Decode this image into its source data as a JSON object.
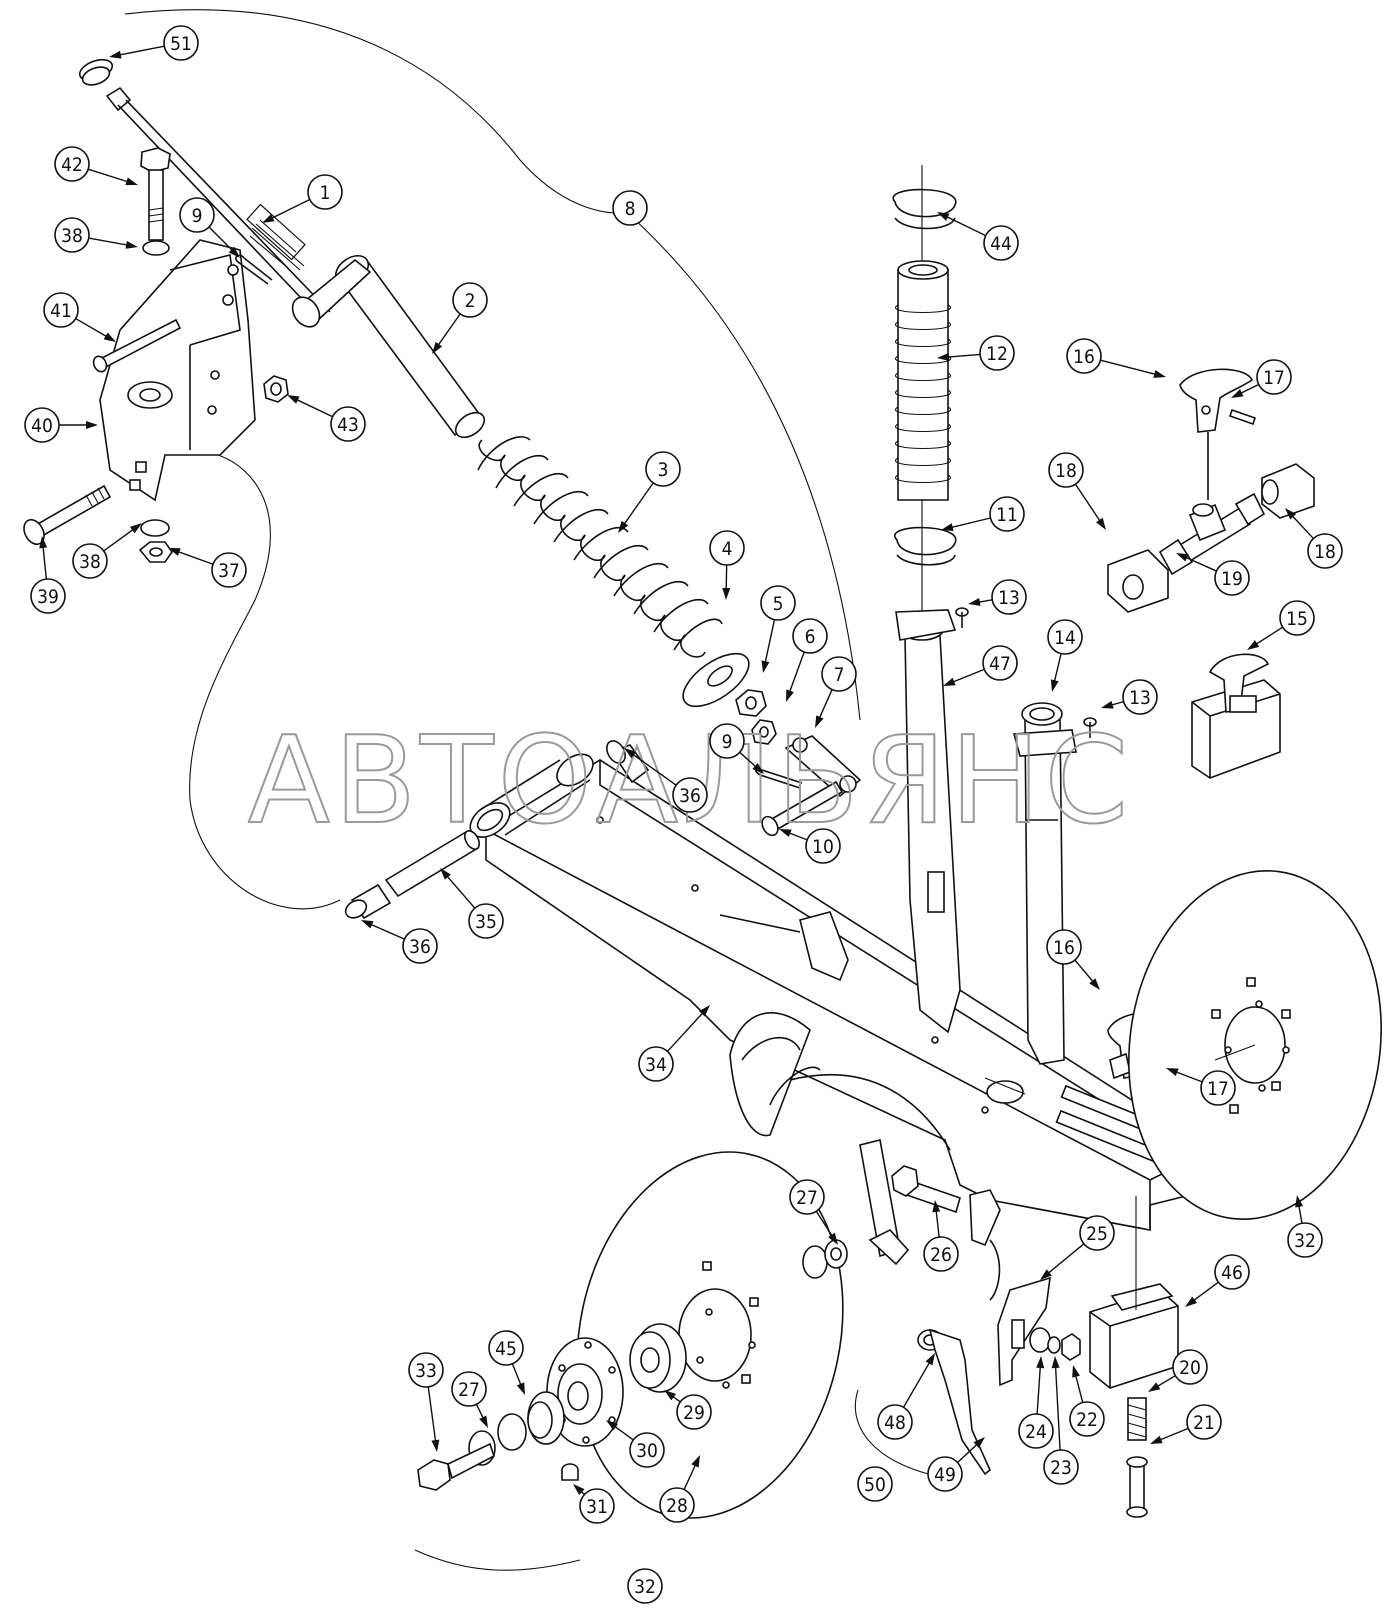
{
  "watermark": "АВТОАЛЬЯНС",
  "callouts": [
    {
      "id": "c51",
      "label": "51"
    },
    {
      "id": "c42",
      "label": "42"
    },
    {
      "id": "c1",
      "label": "1"
    },
    {
      "id": "c9a",
      "label": "9"
    },
    {
      "id": "c38a",
      "label": "38"
    },
    {
      "id": "c8",
      "label": "8"
    },
    {
      "id": "c44",
      "label": "44"
    },
    {
      "id": "c41",
      "label": "41"
    },
    {
      "id": "c2",
      "label": "2"
    },
    {
      "id": "c12",
      "label": "12"
    },
    {
      "id": "c16a",
      "label": "16"
    },
    {
      "id": "c17a",
      "label": "17"
    },
    {
      "id": "c40",
      "label": "40"
    },
    {
      "id": "c43",
      "label": "43"
    },
    {
      "id": "c3",
      "label": "3"
    },
    {
      "id": "c18a",
      "label": "18"
    },
    {
      "id": "c18b",
      "label": "18"
    },
    {
      "id": "c11",
      "label": "11"
    },
    {
      "id": "c19",
      "label": "19"
    },
    {
      "id": "c38b",
      "label": "38"
    },
    {
      "id": "c37",
      "label": "37"
    },
    {
      "id": "c39",
      "label": "39"
    },
    {
      "id": "c4",
      "label": "4"
    },
    {
      "id": "c5",
      "label": "5"
    },
    {
      "id": "c13a",
      "label": "13"
    },
    {
      "id": "c15",
      "label": "15"
    },
    {
      "id": "c6",
      "label": "6"
    },
    {
      "id": "c14",
      "label": "14"
    },
    {
      "id": "c7",
      "label": "7"
    },
    {
      "id": "c47",
      "label": "47"
    },
    {
      "id": "c13b",
      "label": "13"
    },
    {
      "id": "c9b",
      "label": "9"
    },
    {
      "id": "c36a",
      "label": "36"
    },
    {
      "id": "c10",
      "label": "10"
    },
    {
      "id": "c35",
      "label": "35"
    },
    {
      "id": "c36b",
      "label": "36"
    },
    {
      "id": "c16b",
      "label": "16"
    },
    {
      "id": "c34",
      "label": "34"
    },
    {
      "id": "c17b",
      "label": "17"
    },
    {
      "id": "c27a",
      "label": "27"
    },
    {
      "id": "c26",
      "label": "26"
    },
    {
      "id": "c25",
      "label": "25"
    },
    {
      "id": "c32a",
      "label": "32"
    },
    {
      "id": "c46",
      "label": "46"
    },
    {
      "id": "c45",
      "label": "45"
    },
    {
      "id": "c20",
      "label": "20"
    },
    {
      "id": "c33",
      "label": "33"
    },
    {
      "id": "c27b",
      "label": "27"
    },
    {
      "id": "c29",
      "label": "29"
    },
    {
      "id": "c48",
      "label": "48"
    },
    {
      "id": "c24",
      "label": "24"
    },
    {
      "id": "c22",
      "label": "22"
    },
    {
      "id": "c21",
      "label": "21"
    },
    {
      "id": "c30",
      "label": "30"
    },
    {
      "id": "c23",
      "label": "23"
    },
    {
      "id": "c49",
      "label": "49"
    },
    {
      "id": "c50",
      "label": "50"
    },
    {
      "id": "c31",
      "label": "31"
    },
    {
      "id": "c28",
      "label": "28"
    },
    {
      "id": "c32b",
      "label": "32"
    }
  ]
}
